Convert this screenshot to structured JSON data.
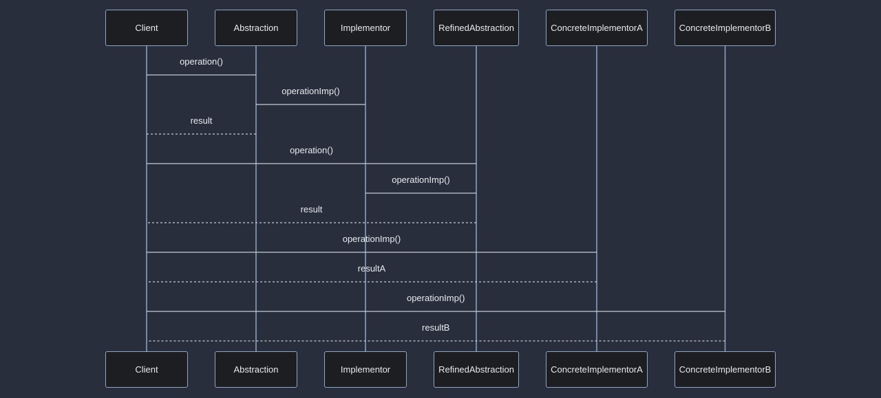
{
  "colors": {
    "background": "#282e3b",
    "box_fill": "#1c1e22",
    "box_border": "#8fa6c7",
    "lifeline": "#8fa6c7",
    "message_line": "#c8ccd4",
    "text": "#e8eaee"
  },
  "participants": [
    {
      "id": "client",
      "name": "Client"
    },
    {
      "id": "abstraction",
      "name": "Abstraction"
    },
    {
      "id": "implementor",
      "name": "Implementor"
    },
    {
      "id": "refined",
      "name": "RefinedAbstraction"
    },
    {
      "id": "concreteA",
      "name": "ConcreteImplementorA"
    },
    {
      "id": "concreteB",
      "name": "ConcreteImplementorB"
    }
  ],
  "messages": [
    {
      "from": "client",
      "to": "abstraction",
      "label": "operation()",
      "style": "solid"
    },
    {
      "from": "abstraction",
      "to": "implementor",
      "label": "operationImp()",
      "style": "solid"
    },
    {
      "from": "abstraction",
      "to": "client",
      "label": "result",
      "style": "dashed"
    },
    {
      "from": "client",
      "to": "refined",
      "label": "operation()",
      "style": "solid"
    },
    {
      "from": "implementor",
      "to": "refined",
      "label": "operationImp()",
      "style": "solid"
    },
    {
      "from": "refined",
      "to": "client",
      "label": "result",
      "style": "dashed"
    },
    {
      "from": "client",
      "to": "concreteA",
      "label": "operationImp()",
      "style": "solid"
    },
    {
      "from": "concreteA",
      "to": "client",
      "label": "resultA",
      "style": "dashed"
    },
    {
      "from": "client",
      "to": "concreteB",
      "label": "operationImp()",
      "style": "solid"
    },
    {
      "from": "concreteB",
      "to": "client",
      "label": "resultB",
      "style": "dashed"
    }
  ]
}
